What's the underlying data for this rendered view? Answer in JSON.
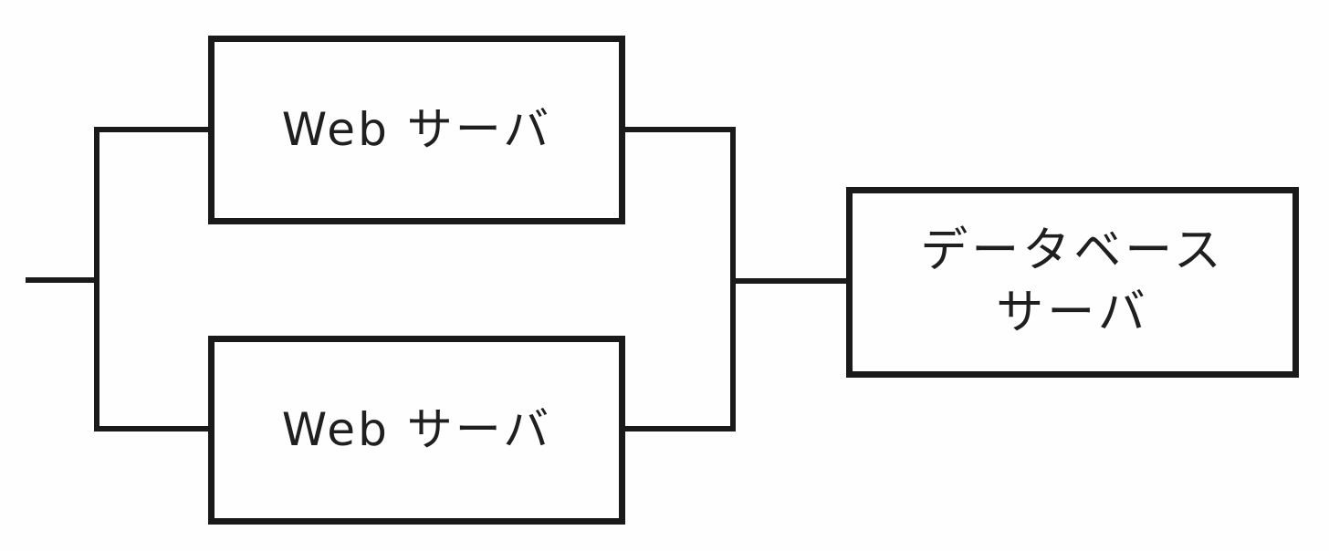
{
  "nodes": {
    "web_server_top": {
      "label": "Web サーバ"
    },
    "web_server_bottom": {
      "label": "Web サーバ"
    },
    "database_server": {
      "label_line1": "データベース",
      "label_line2": "サーバ"
    }
  },
  "colors": {
    "line": "#1a1a1a",
    "text": "#1f1f1f",
    "background": "#fefefe"
  }
}
